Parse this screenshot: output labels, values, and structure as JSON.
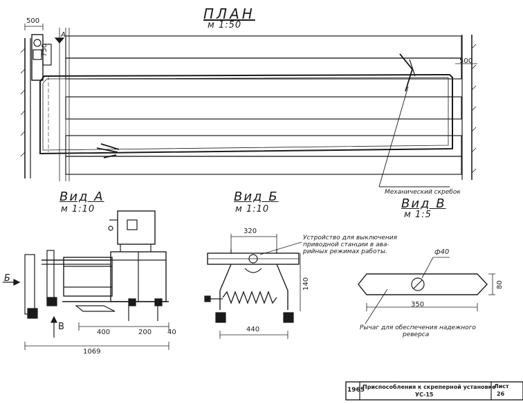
{
  "plan": {
    "title": "ПЛАН",
    "scale": "м 1:50",
    "dim_left": "500",
    "dim_right": "500",
    "dim_small": "750",
    "mark_a": "А",
    "note_mech": "Механический скребок"
  },
  "view_a": {
    "title": "Вид А",
    "scale": "м 1:10",
    "arrow_b": "Б",
    "arrow_v": "В",
    "dims": [
      "400",
      "200",
      "40",
      "1069"
    ]
  },
  "view_b": {
    "title": "Вид Б",
    "scale": "м 1:10",
    "dims": [
      "320",
      "140",
      "440"
    ],
    "note": [
      "Устройство для выключения",
      "приводной станции в ава-",
      "рийных режимах работы."
    ]
  },
  "view_v": {
    "title": "Вид В",
    "scale": "м 1:5",
    "dims": [
      "ф40",
      "80",
      "350"
    ],
    "note": [
      "Рычаг для обеспечения надежного",
      "реверса"
    ]
  },
  "stamp": {
    "year": "1965",
    "name": "Приспособления к скреперной установке",
    "code": "УС-15",
    "sheet_label": "Лист",
    "sheet_no": "26"
  }
}
